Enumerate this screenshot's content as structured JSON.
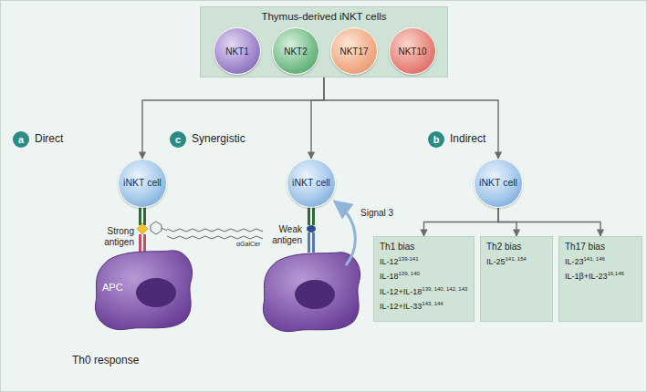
{
  "diagram": {
    "nodes": [
      {
        "text": [
          "Thymus-derived iNKT cells"
        ]
      },
      {
        "text": [
          "NKT1"
        ],
        "in": 0
      },
      {
        "text": [
          "NKT2"
        ],
        "in": 0
      },
      {
        "text": [
          "NKT17"
        ],
        "in": 0
      },
      {
        "text": [
          "NKT10"
        ],
        "in": 0
      },
      {
        "text": [
          "a",
          "Direct"
        ]
      },
      {
        "text": [
          "c",
          "Synergistic"
        ]
      },
      {
        "text": [
          "b",
          "Indirect"
        ]
      },
      {
        "text": [
          "iNKT cell"
        ]
      },
      {
        "text": [
          "iNKT cell"
        ]
      },
      {
        "text": [
          "iNKT cell"
        ]
      },
      {
        "text": [
          "APC"
        ]
      },
      {
        "text": [
          "Th1 bias",
          "IL-12",
          "139-141",
          "IL-18",
          "139, 140",
          "IL-12+IL-18",
          "139, 140, 142, 143",
          "IL-12+IL-33",
          "143, 144"
        ]
      },
      {
        "text": [
          "Th2 bias",
          "IL-25",
          "141, 154"
        ]
      },
      {
        "text": [
          "Th17 bias",
          "IL-23",
          "141, 146",
          "IL-1β+IL-23",
          "16,146"
        ]
      }
    ],
    "edges": [
      {
        "from": 0,
        "to": 8,
        "arrow": "to"
      },
      {
        "from": 0,
        "to": 9,
        "arrow": "to"
      },
      {
        "from": 0,
        "to": 10,
        "arrow": "to"
      },
      {
        "from": 10,
        "to": 12,
        "arrow": "to"
      },
      {
        "from": 10,
        "to": 13,
        "arrow": "to"
      },
      {
        "from": 10,
        "to": 14,
        "arrow": "to"
      }
    ],
    "labels": [
      "Strong antigen",
      "αGalCer",
      "Weak antigen",
      "Signal 3",
      "Th0 response"
    ]
  }
}
